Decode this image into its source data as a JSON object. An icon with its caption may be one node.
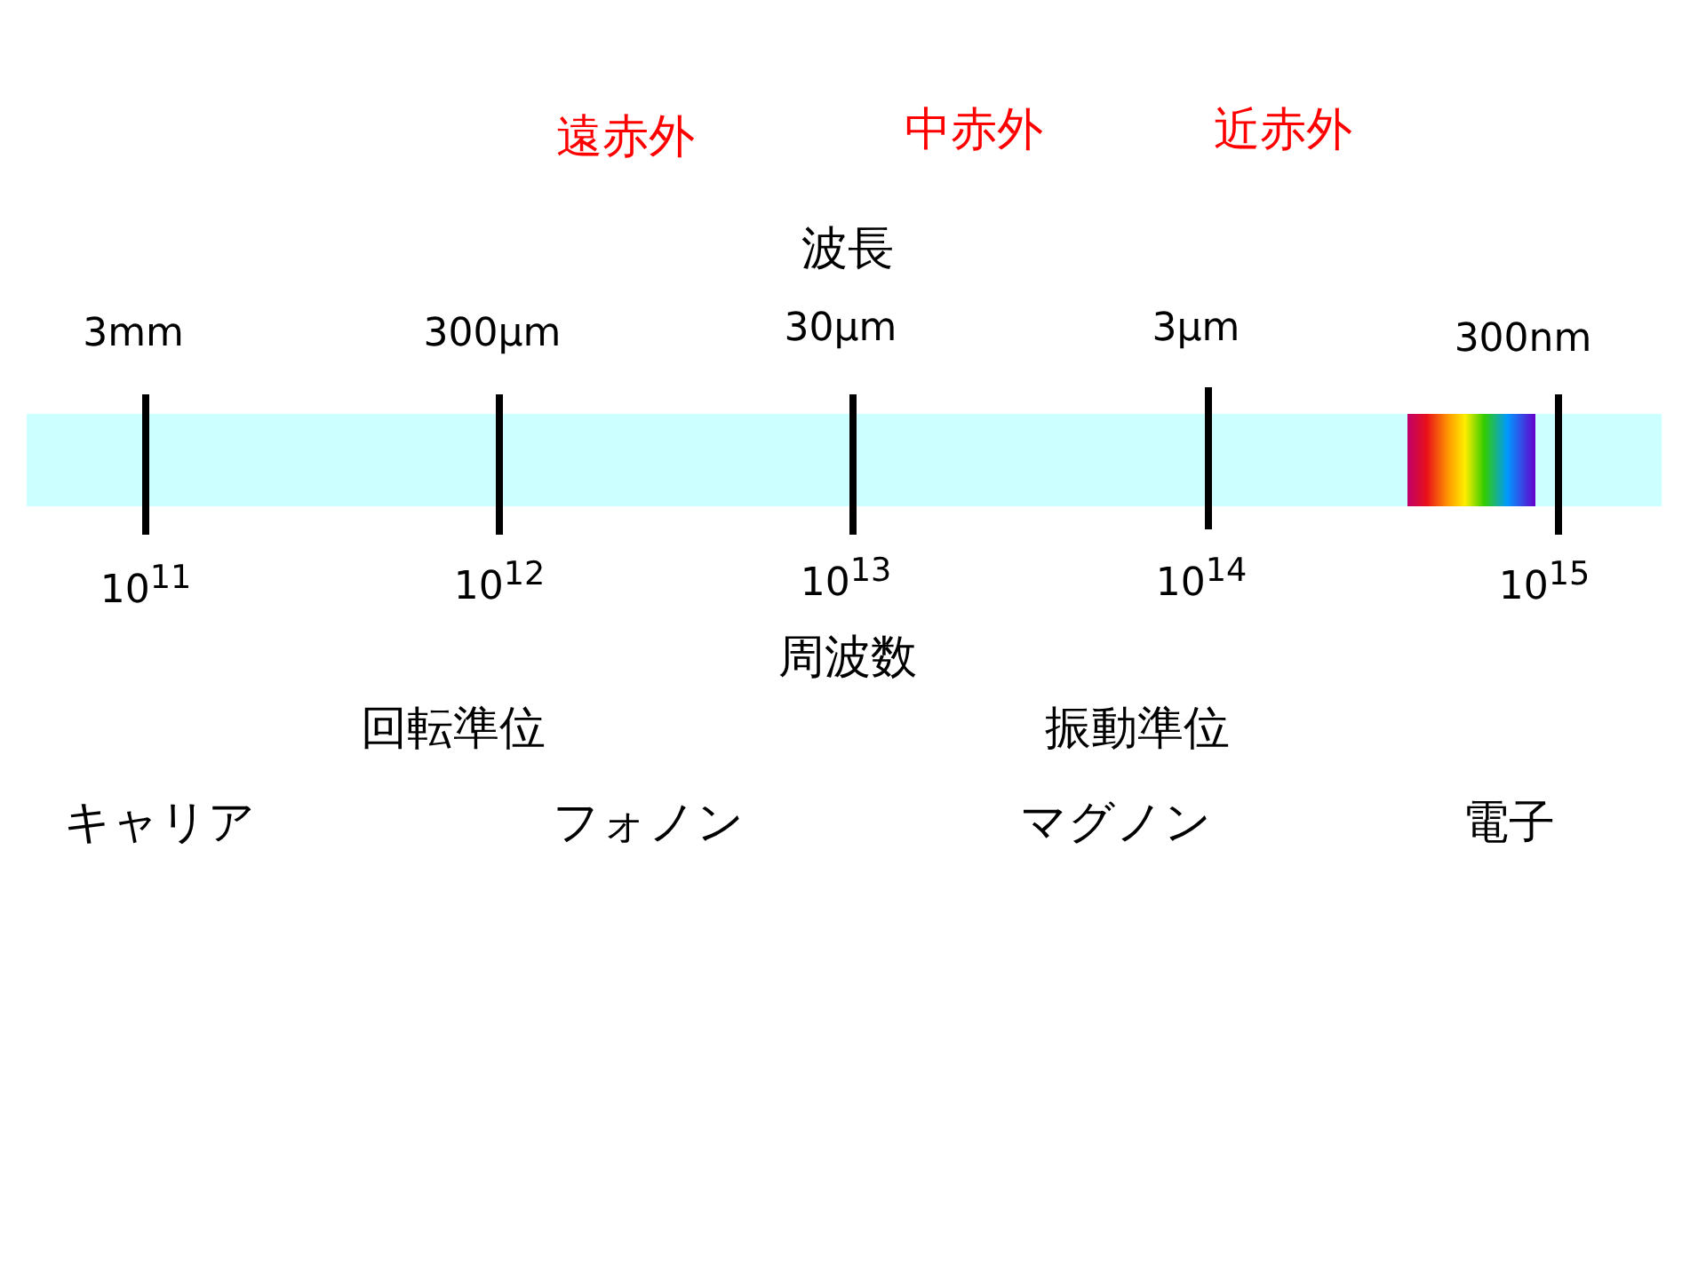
{
  "diagram": {
    "labels": [
      "遠赤外",
      "中赤外",
      "近赤外",
      "波長",
      "3mm",
      "300μm",
      "30μm",
      "3μm",
      "300nm",
      "10$^{11}$",
      "10$^{12}$",
      "10$^{13}$",
      "10$^{14}$",
      "10$^{15}$",
      "周波数",
      "回転準位",
      "振動準位",
      "キャリア",
      "フォノン",
      "マグノン",
      "電子"
    ]
  }
}
